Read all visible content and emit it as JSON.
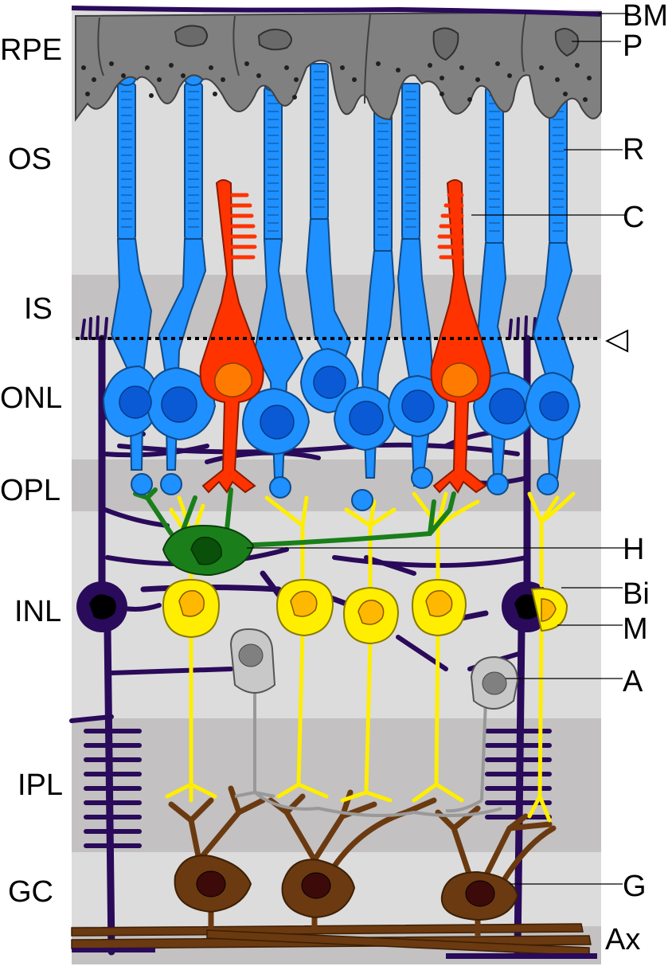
{
  "layers": [
    {
      "id": "rpe",
      "label": "RPE"
    },
    {
      "id": "os",
      "label": "OS"
    },
    {
      "id": "is",
      "label": "IS"
    },
    {
      "id": "onl",
      "label": "ONL"
    },
    {
      "id": "opl",
      "label": "OPL"
    },
    {
      "id": "inl",
      "label": "INL"
    },
    {
      "id": "ipl",
      "label": "IPL"
    },
    {
      "id": "gc",
      "label": "GC"
    }
  ],
  "structures": [
    {
      "id": "bm",
      "label": "BM"
    },
    {
      "id": "p",
      "label": "P"
    },
    {
      "id": "r",
      "label": "R"
    },
    {
      "id": "c",
      "label": "C"
    },
    {
      "id": "olm",
      "label": "◁"
    },
    {
      "id": "h",
      "label": "H"
    },
    {
      "id": "bi",
      "label": "Bi"
    },
    {
      "id": "m",
      "label": "M"
    },
    {
      "id": "a",
      "label": "A"
    },
    {
      "id": "g",
      "label": "G"
    },
    {
      "id": "ax",
      "label": "Ax"
    }
  ],
  "colors": {
    "rpe": "#808080",
    "rod": "#1e90ff",
    "cone": "#ff3300",
    "horizontal": "#1a7f1a",
    "bipolar": "#ffee00",
    "muller": "#2a0a5a",
    "amacrine": "#b4b4b4",
    "ganglion": "#6b3a10",
    "band_light": "#dcdcdc",
    "band_dark": "#c3c1c1"
  }
}
